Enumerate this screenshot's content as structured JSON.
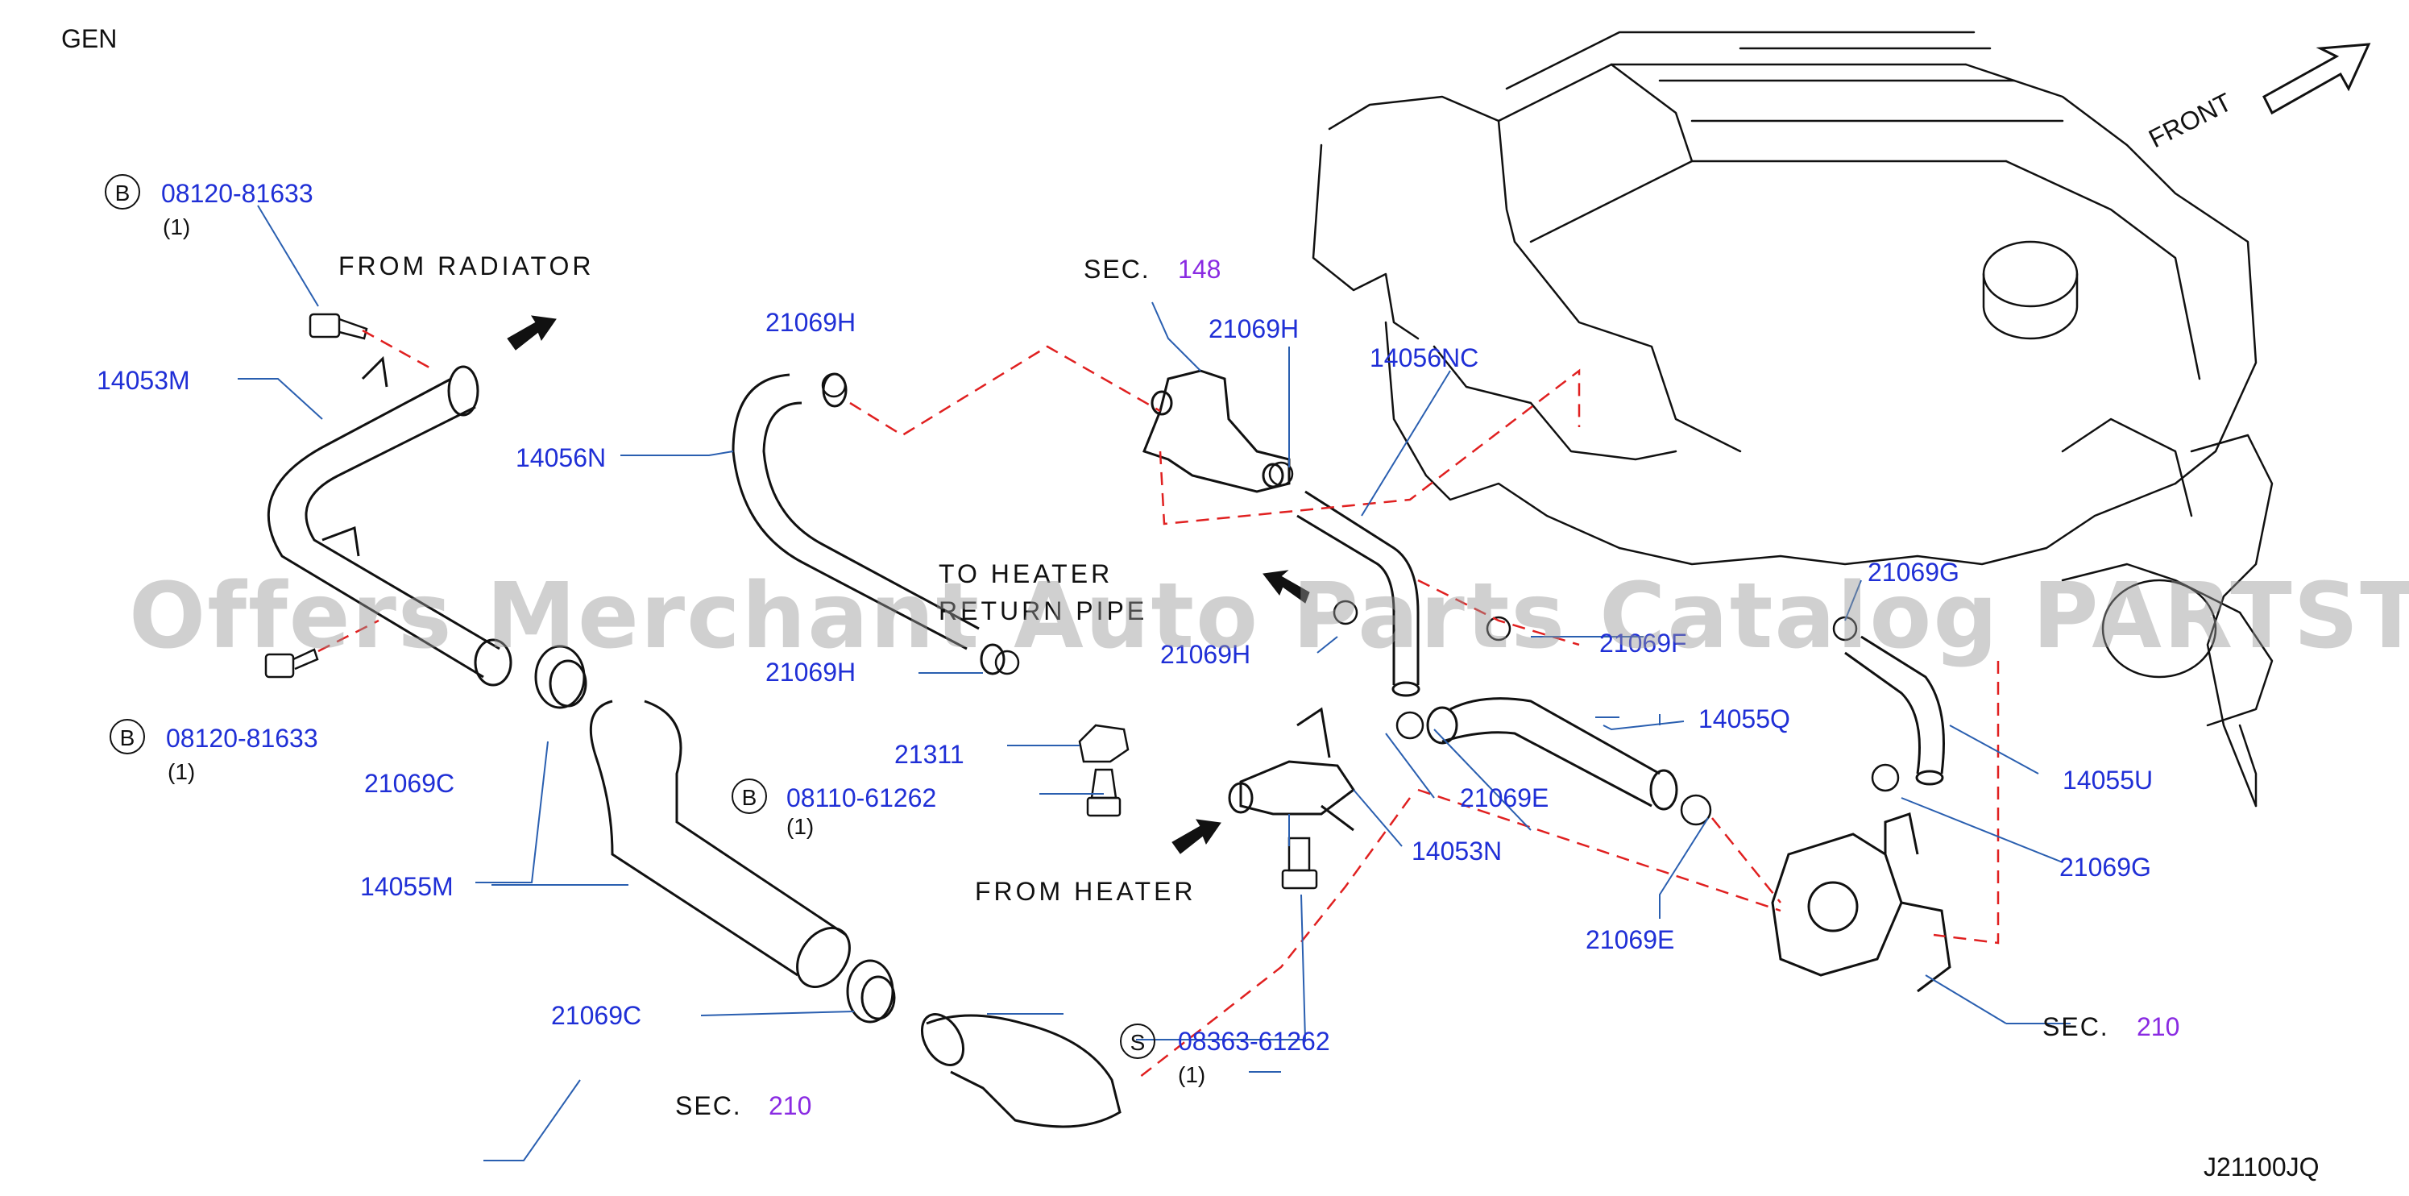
{
  "header": {
    "gen_label": "GEN",
    "front_label": "FRONT",
    "diagram_code": "J21100JQ"
  },
  "colors": {
    "part_number": "#1f2fd6",
    "section_number": "#8a2be2",
    "leader_line": "#2a5fb0",
    "dashed_line": "#e02020",
    "outline": "#111111"
  },
  "notes": {
    "from_radiator": "FROM  RADIATOR",
    "to_heater_line1": "TO  HEATER",
    "to_heater_line2": "RETURN PIPE",
    "from_heater": "FROM  HEATER"
  },
  "bolts": [
    {
      "badge": "B",
      "part": "08120-81633",
      "qty": "(1)"
    },
    {
      "badge": "B",
      "part": "08120-81633",
      "qty": "(1)"
    },
    {
      "badge": "B",
      "part": "08110-61262",
      "qty": "(1)"
    },
    {
      "badge": "S",
      "part": "08363-61262",
      "qty": "(1)"
    }
  ],
  "sections": [
    {
      "label": "SEC.",
      "number": "148"
    },
    {
      "label": "SEC.",
      "number": "210"
    },
    {
      "label": "SEC.",
      "number": "210"
    }
  ],
  "parts": {
    "p_14053M": "14053M",
    "p_14056N": "14056N",
    "p_21069H_a": "21069H",
    "p_21069H_b": "21069H",
    "p_21069H_c": "21069H",
    "p_21069H_d": "21069H",
    "p_14056NC": "14056NC",
    "p_21069C_a": "21069C",
    "p_21069C_b": "21069C",
    "p_14055M": "14055M",
    "p_21311": "21311",
    "p_21069F": "21069F",
    "p_21069G_a": "21069G",
    "p_21069G_b": "21069G",
    "p_14055Q": "14055Q",
    "p_21069E_a": "21069E",
    "p_21069E_b": "21069E",
    "p_14053N": "14053N",
    "p_14055U": "14055U"
  },
  "watermark": "Offers Merchant Auto Parts Catalog PARTSTORE.SA"
}
